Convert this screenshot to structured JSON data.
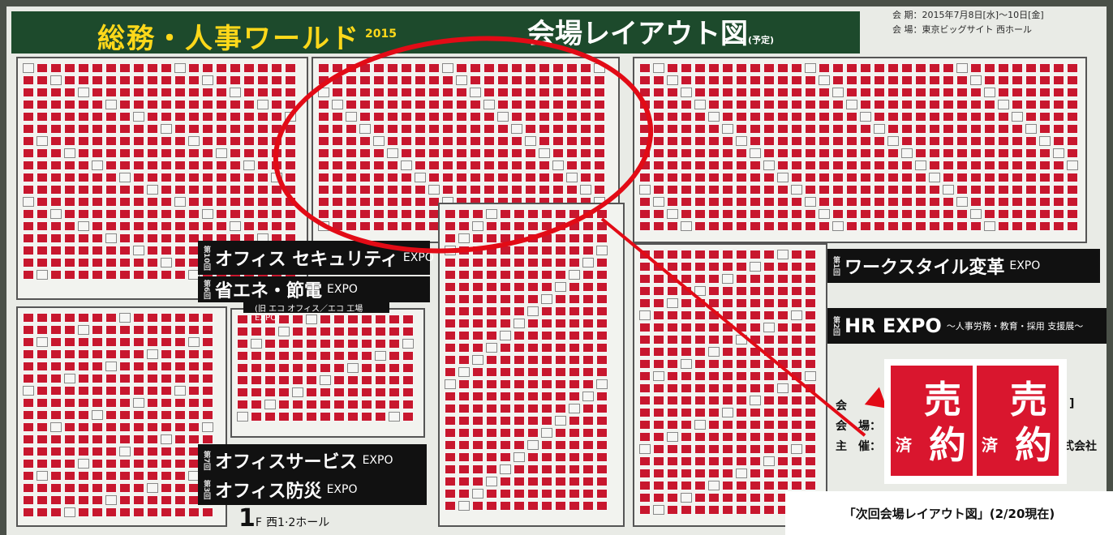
{
  "header": {
    "title_left": "総務・人事ワールド",
    "title_year": "2015",
    "title_right": "会場レイアウト図",
    "title_right_suffix": "(予定)",
    "session_period": "会 期：2015年7月8日[水]〜10日[金]",
    "venue": "会 場：東京ビッグサイト 西ホール"
  },
  "banners": {
    "office_security": {
      "num": "第10回",
      "main": "オフィス セキュリティ",
      "expo": "EXPO"
    },
    "energy_saving": {
      "num": "第6回",
      "main": "省エネ・節電",
      "expo": "EXPO",
      "note": "(旧 エコ オフィス／エコ 工場 EXPO)"
    },
    "workstyle": {
      "num": "第1回",
      "main": "ワークスタイル変革",
      "expo": "EXPO"
    },
    "hr_expo": {
      "num": "第2回",
      "main": "HR EXPO",
      "expo": "〜人事労務・教育・採用 支援展〜"
    },
    "office_service": {
      "num": "第7回",
      "main": "オフィスサービス",
      "expo": "EXPO"
    },
    "office_disaster": {
      "num": "第3回",
      "main": "オフィス防災",
      "expo": "EXPO"
    }
  },
  "hall_label": {
    "big": "1",
    "sub": "F",
    "small": "西1·2ホール"
  },
  "side_text": {
    "row1": "会",
    "row2": "会　場：",
    "row3": "主　催：",
    "row3_tail": "式会社",
    "row1_tail": "]"
  },
  "inset_sign": {
    "k1": "売",
    "k2": "済",
    "k3": "約"
  },
  "caption": "「次回会場レイアウト図」(2/20現在)",
  "colors": {
    "booth_red": "#c8172e",
    "header_green": "#1d4a2c",
    "highlight_red": "#e20b16"
  }
}
